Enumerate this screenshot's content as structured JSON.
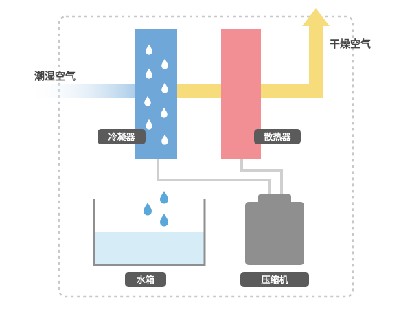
{
  "labels": {
    "humid_air": "潮湿空气",
    "dry_air": "干燥空气",
    "condenser": "冷凝器",
    "radiator": "散热器",
    "water_tank": "水箱",
    "compressor": "压缩机"
  },
  "colors": {
    "humid_air_flow": "#a9cbe8",
    "dry_air_flow": "#f7dc7c",
    "condenser": "#6fa8d8",
    "radiator": "#f28f94",
    "compressor": "#8f8f8f",
    "water": "#d6edf8",
    "water_drop": "#5aa7da",
    "label_pill": "#5b5b5b",
    "pipe": "#cfcfcf",
    "dashed_border": "#c8c8c8"
  }
}
